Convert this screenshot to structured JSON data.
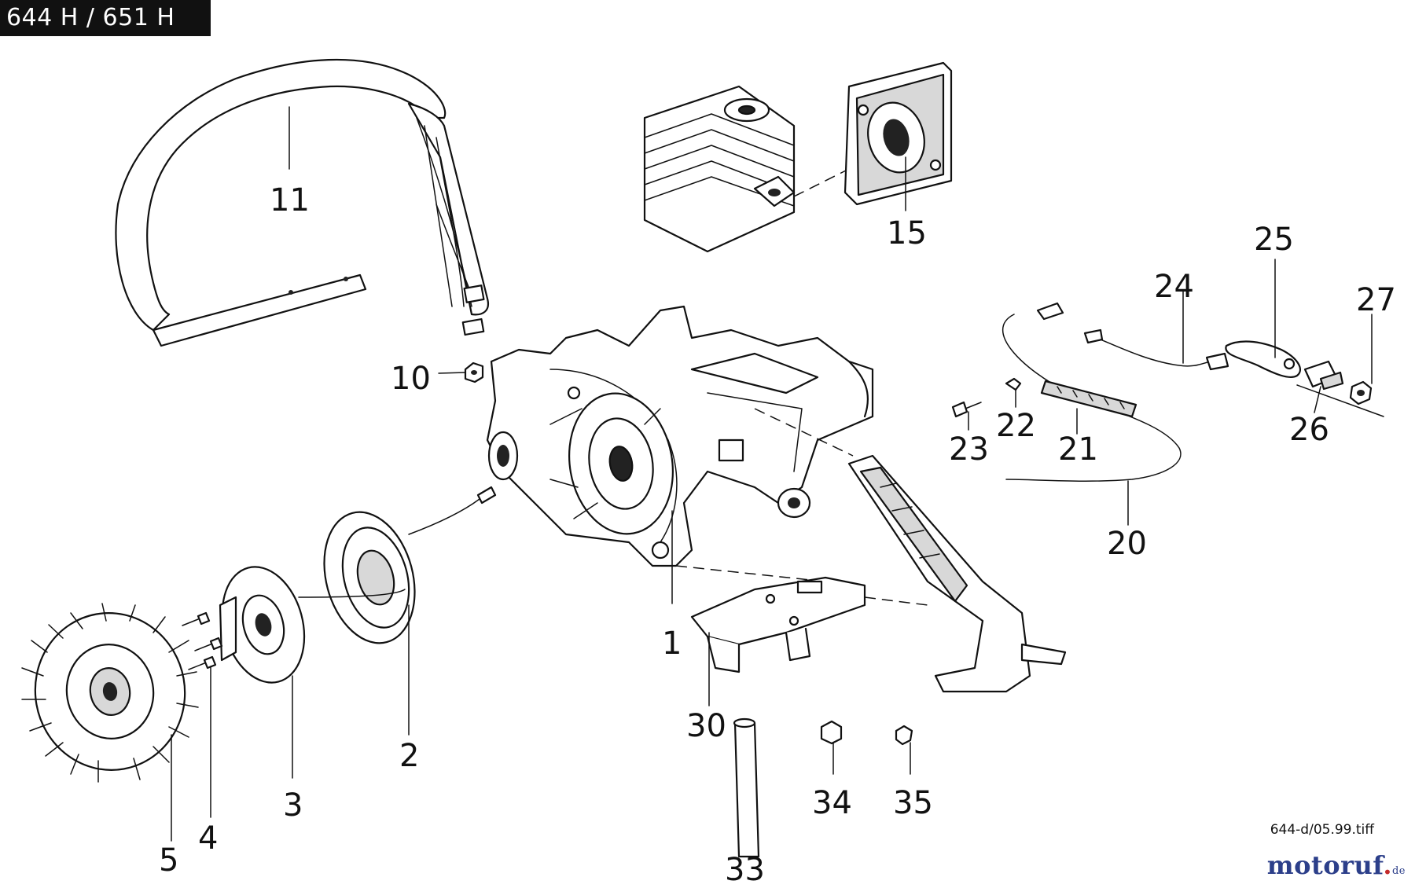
{
  "header": {
    "model_badge": "644 H / 651 H"
  },
  "parts": [
    {
      "id": "handlebar",
      "number": "11"
    },
    {
      "id": "cylinder-gasket",
      "number": "15"
    },
    {
      "id": "nut-10",
      "number": "10"
    },
    {
      "id": "crankcase",
      "number": "1"
    },
    {
      "id": "ignition-coil",
      "number": "2"
    },
    {
      "id": "flywheel-magnet",
      "number": "3"
    },
    {
      "id": "screw-4",
      "number": "4"
    },
    {
      "id": "flywheel-fan",
      "number": "5"
    },
    {
      "id": "bracket-30",
      "number": "30"
    },
    {
      "id": "pin-33",
      "number": "33"
    },
    {
      "id": "nut-34",
      "number": "34"
    },
    {
      "id": "nut-35",
      "number": "35"
    },
    {
      "id": "wire-20",
      "number": "20"
    },
    {
      "id": "plate-21",
      "number": "21"
    },
    {
      "id": "washer-22",
      "number": "22"
    },
    {
      "id": "screw-23",
      "number": "23"
    },
    {
      "id": "cable-24",
      "number": "24"
    },
    {
      "id": "lever-25",
      "number": "25"
    },
    {
      "id": "switch-26",
      "number": "26"
    },
    {
      "id": "nut-27",
      "number": "27"
    }
  ],
  "footer": {
    "file_ref": "644-d/05.99.tiff",
    "logo_main": "motoruf",
    "logo_dot": ".",
    "logo_tld": "de"
  }
}
